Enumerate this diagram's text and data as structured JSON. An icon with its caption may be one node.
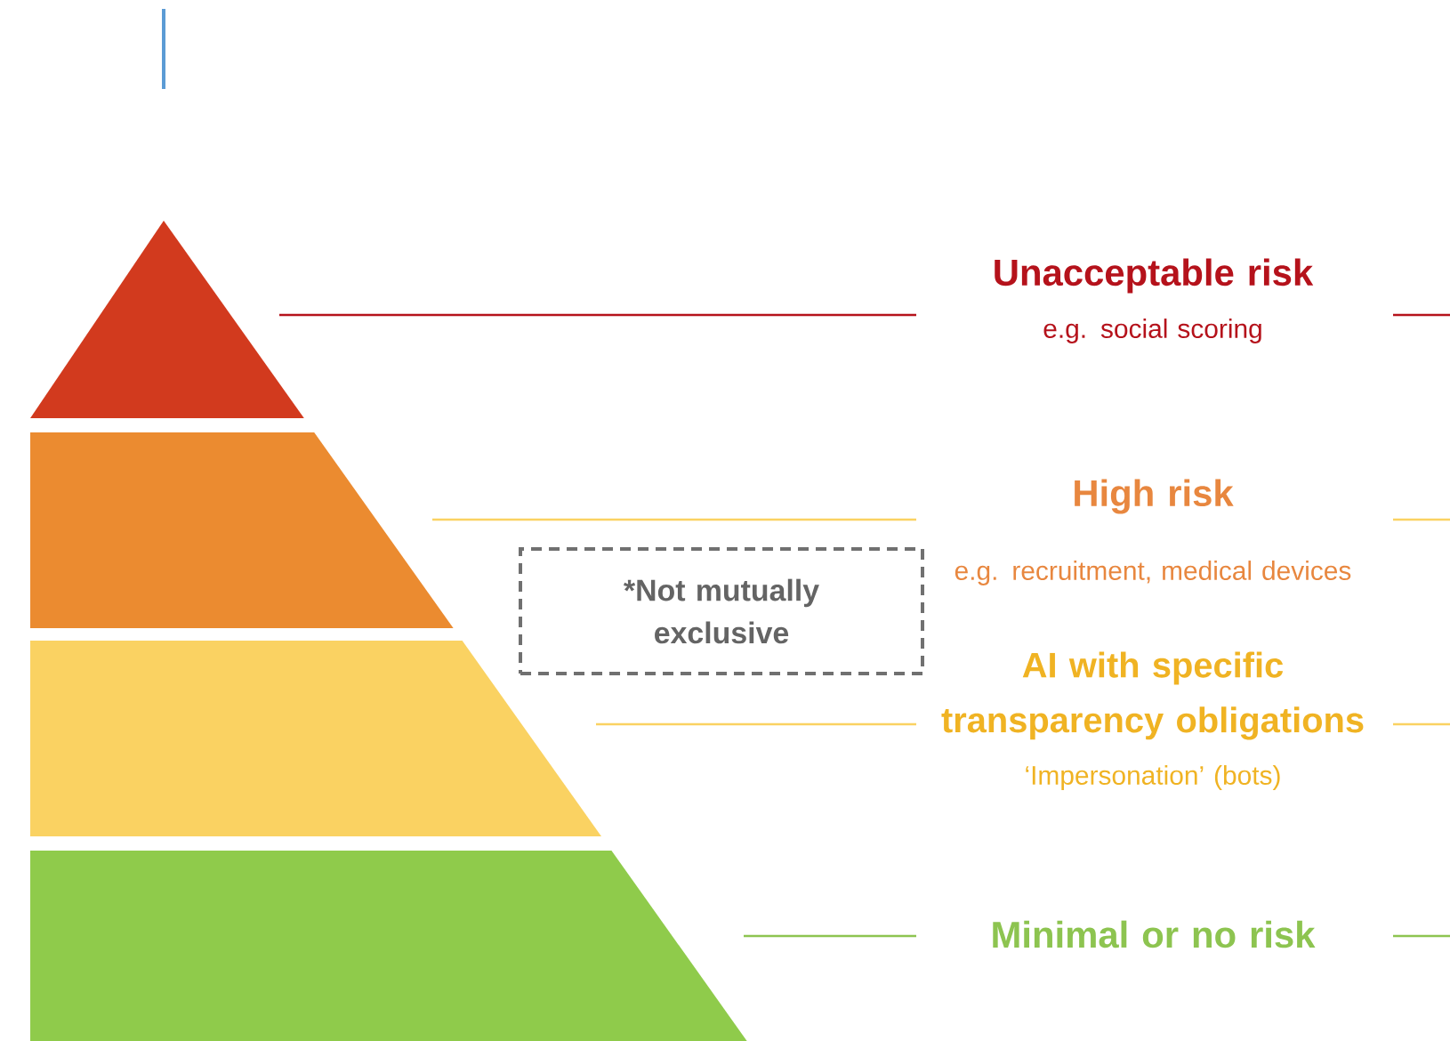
{
  "diagram": {
    "nodes": [
      {
        "text": [
          "*Not mutually exclusive"
        ]
      }
    ],
    "labels": [
      "Unacceptable risk",
      "e.g. social scoring",
      "High risk",
      "e.g. recruitment, medical devices",
      "AI with specific transparency obligations",
      "‘Impersonation’ (bots)",
      "Minimal or no risk"
    ]
  }
}
